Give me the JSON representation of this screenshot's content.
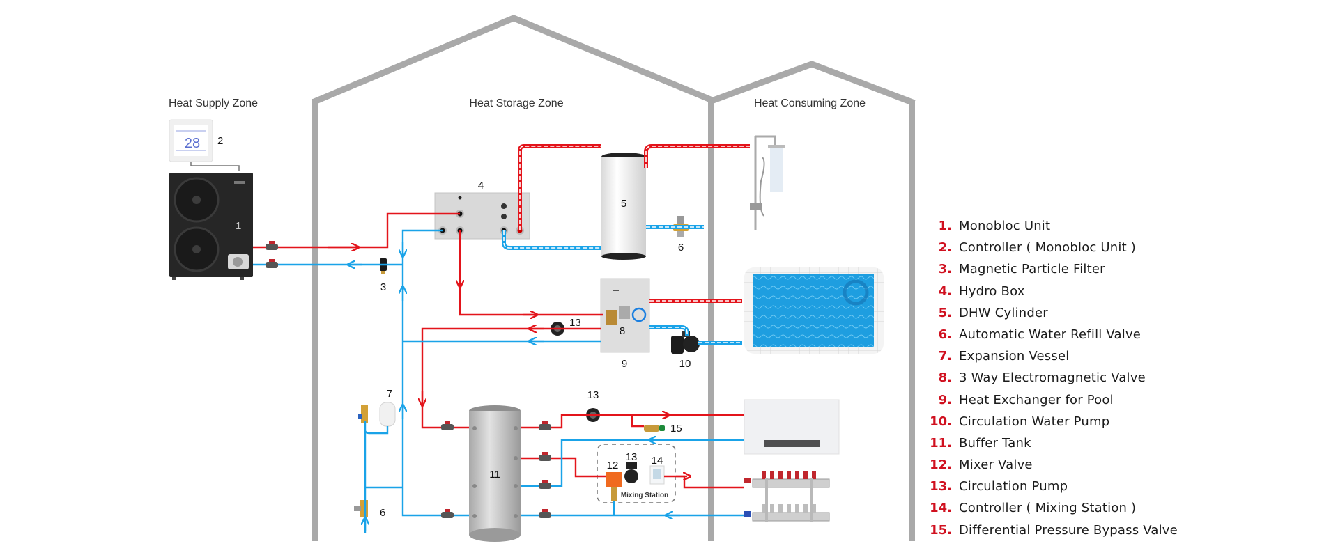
{
  "zones": {
    "supply": "Heat Supply Zone",
    "storage": "Heat Storage Zone",
    "consuming": "Heat Consuming Zone"
  },
  "controller_display": "28",
  "mixing_station_label": "Mixing Station",
  "component_numbers": {
    "monobloc": "1",
    "controller": "2",
    "filter": "3",
    "hydro_box": "4",
    "dhw_cylinder": "5",
    "refill_valve_dhw": "6",
    "refill_valve_main": "6",
    "expansion_vessel": "7",
    "three_way_valve": "8",
    "heat_exchanger": "9",
    "pool_pump": "10",
    "buffer_tank": "11",
    "mixer_valve": "12",
    "pump_mixing": "13",
    "pump_pool_loop": "13",
    "pump_fancoil": "13",
    "controller_mixing": "14",
    "bypass_valve": "15"
  },
  "colors": {
    "hot_pipe": "#e3141b",
    "cold_pipe": "#1aa3e8",
    "legend_number": "#d0101f",
    "wall": "#a9a9a9"
  },
  "legend": [
    {
      "num": "1.",
      "label": "Monobloc Unit"
    },
    {
      "num": "2.",
      "label": "Controller ( Monobloc Unit )"
    },
    {
      "num": "3.",
      "label": "Magnetic Particle Filter"
    },
    {
      "num": "4.",
      "label": "Hydro Box"
    },
    {
      "num": "5.",
      "label": "DHW Cylinder"
    },
    {
      "num": "6.",
      "label": "Automatic Water Refill Valve"
    },
    {
      "num": "7.",
      "label": "Expansion Vessel"
    },
    {
      "num": "8.",
      "label": "3 Way Electromagnetic Valve"
    },
    {
      "num": "9.",
      "label": "Heat Exchanger for Pool"
    },
    {
      "num": "10.",
      "label": "Circulation Water Pump"
    },
    {
      "num": "11.",
      "label": "Buffer Tank"
    },
    {
      "num": "12.",
      "label": "Mixer Valve"
    },
    {
      "num": "13.",
      "label": "Circulation Pump"
    },
    {
      "num": "14.",
      "label": "Controller ( Mixing Station )"
    },
    {
      "num": "15.",
      "label": "Differential Pressure Bypass Valve"
    }
  ]
}
